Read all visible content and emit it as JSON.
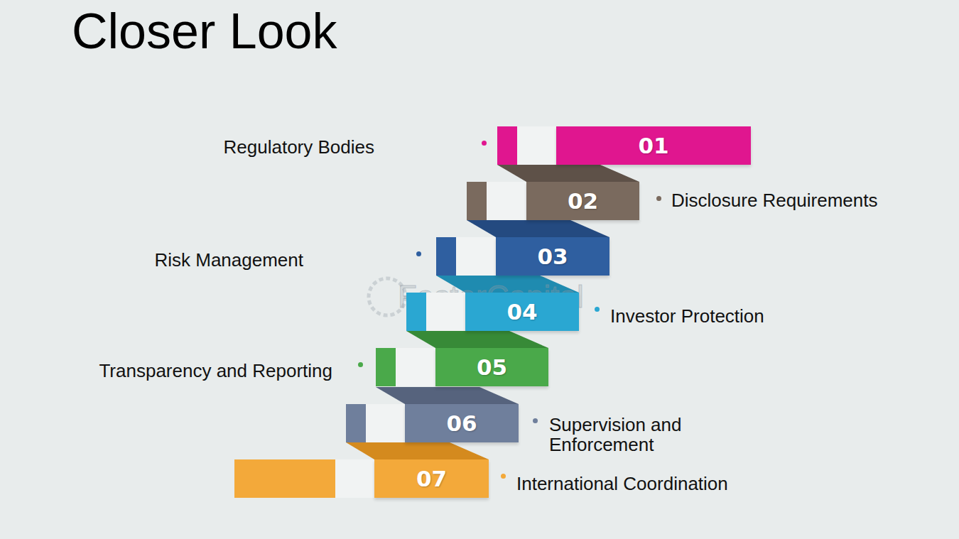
{
  "diagram": {
    "title": "Closer Look",
    "nodes": [
      {
        "text": [
          "01",
          "Regulatory Bodies"
        ]
      },
      {
        "text": [
          "02",
          "Disclosure Requirements"
        ]
      },
      {
        "text": [
          "03",
          "Risk Management"
        ]
      },
      {
        "text": [
          "04",
          "Investor Protection"
        ]
      },
      {
        "text": [
          "05",
          "Transparency and Reporting"
        ]
      },
      {
        "text": [
          "06",
          "Supervision and Enforcement"
        ]
      },
      {
        "text": [
          "07",
          "International Coordination"
        ]
      }
    ],
    "labels": [
      "FasterCapital"
    ]
  }
}
